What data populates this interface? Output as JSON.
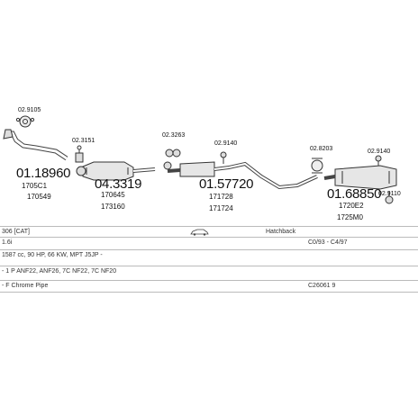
{
  "parts": {
    "p_02_9105": "02.9105",
    "p_01_18960": "01.18960",
    "p_1705c1": "1705C1",
    "p_170549": "170549",
    "p_02_3151": "02.3151",
    "p_04_3319": "04.3319",
    "p_170645": "170645",
    "p_173160": "173160",
    "p_02_3263": "02.3263",
    "p_02_9140a": "02.9140",
    "p_01_57720": "01.57720",
    "p_171728": "171728",
    "p_171724": "171724",
    "p_02_8203": "02.8203",
    "p_02_9140b": "02.9140",
    "p_01_68850": "01.68850",
    "p_02_9110": "02.9110",
    "p_1720e2": "1720E2",
    "p_1725m0": "1725M0"
  },
  "info": {
    "row1": {
      "model": "306 [CAT]",
      "body": "Hatchback"
    },
    "row2": {
      "engine": "1.6i",
      "dates": "C0/93 - C4/97"
    },
    "row3": {
      "spec": "1587 cc, 90 HP, 66 KW, MPT J5JP -"
    },
    "row4": {
      "codes": "- 1 P ANF22, ANF26, 7C NF22, 7C NF20"
    },
    "row5": {
      "pipe": "- F Chrome Pipe",
      "ref": "C26061 9"
    }
  }
}
